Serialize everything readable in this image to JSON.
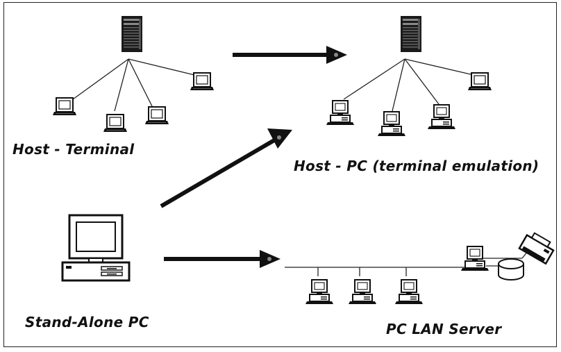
{
  "labels": {
    "host_terminal": "Host - Terminal",
    "host_pc": "Host - PC (terminal emulation)",
    "standalone_pc": "Stand-Alone PC",
    "pc_lan_server": "PC LAN Server"
  },
  "colors": {
    "ink": "#111111",
    "line": "#222222",
    "background": "#ffffff"
  }
}
